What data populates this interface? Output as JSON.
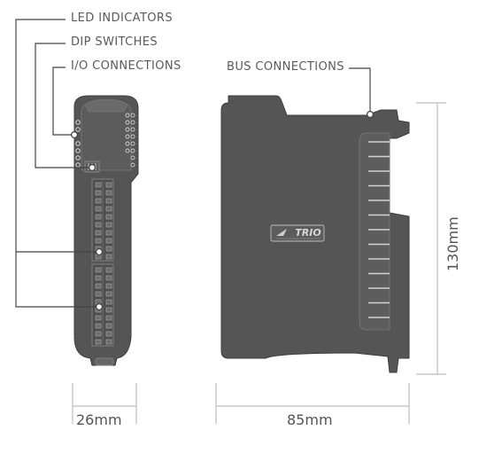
{
  "labels": {
    "led": "LED INDICATORS",
    "dip": "DIP SWITCHES",
    "io": "I/O CONNECTIONS",
    "bus": "BUS CONNECTIONS"
  },
  "dimensions": {
    "width": "26mm",
    "depth": "85mm",
    "height": "130mm"
  },
  "logo_text": "TRIO",
  "colors": {
    "body": "#555555",
    "body_dark": "#4a4a4a",
    "line": "#444444",
    "dim_line": "#bdbdbd",
    "text": "#5a5a5a"
  }
}
